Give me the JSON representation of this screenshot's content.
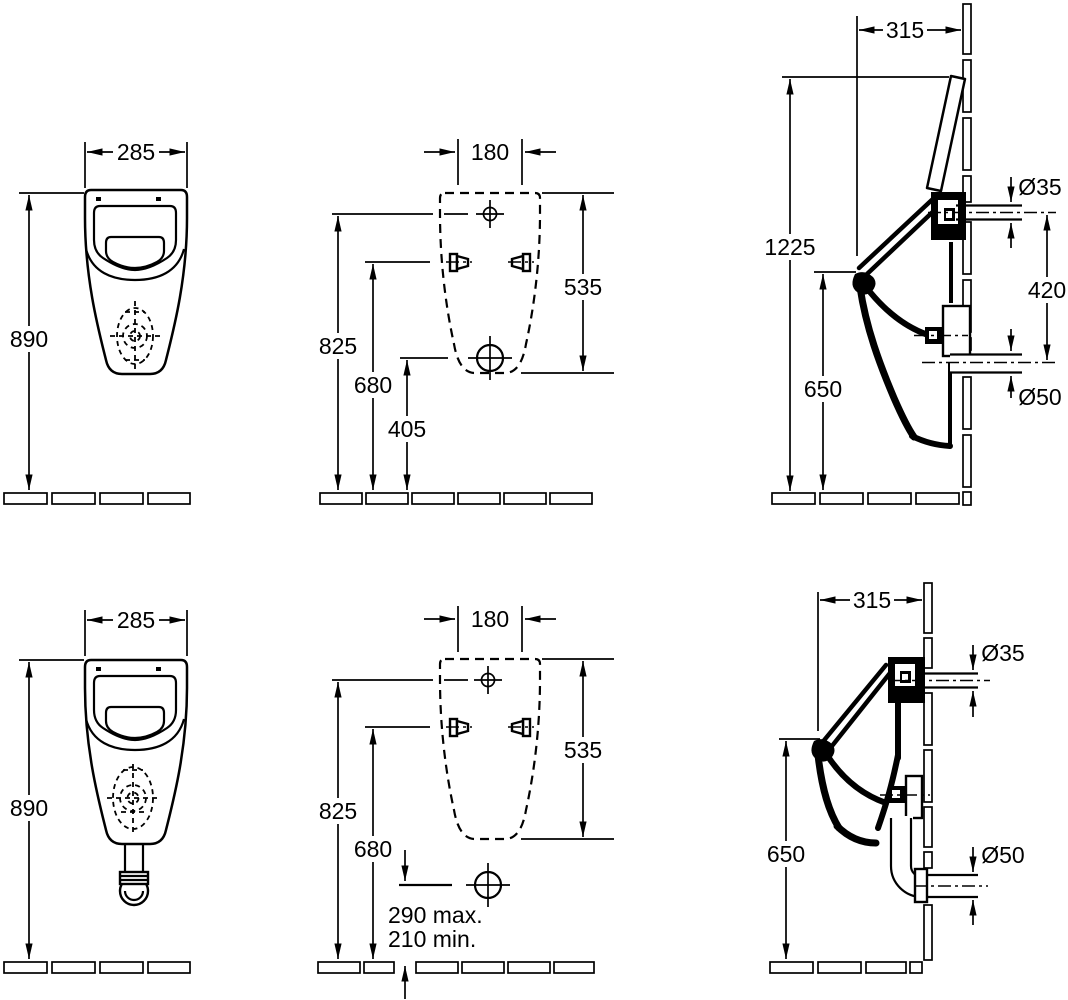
{
  "colors": {
    "line": "#000000",
    "background": "#ffffff"
  },
  "dimensions": {
    "top_front": {
      "width": "285",
      "height": "890"
    },
    "top_anchor": {
      "width": "180",
      "inlet_height": "825",
      "fixing_height": "680",
      "outlet_height": "405",
      "body_height": "535"
    },
    "top_side": {
      "depth": "315",
      "overall_height": "1225",
      "rim_height": "650",
      "inlet_dia": "Ø35",
      "connection_span": "420",
      "outlet_dia": "Ø50"
    },
    "bottom_front": {
      "width": "285",
      "height": "890"
    },
    "bottom_anchor": {
      "width": "180",
      "inlet_height": "825",
      "fixing_height": "680",
      "body_height": "535",
      "drain_note_line1": "290 max.",
      "drain_note_line2": "210 min."
    },
    "bottom_side": {
      "depth": "315",
      "rim_height": "650",
      "inlet_dia": "Ø35",
      "outlet_dia": "Ø50"
    }
  }
}
